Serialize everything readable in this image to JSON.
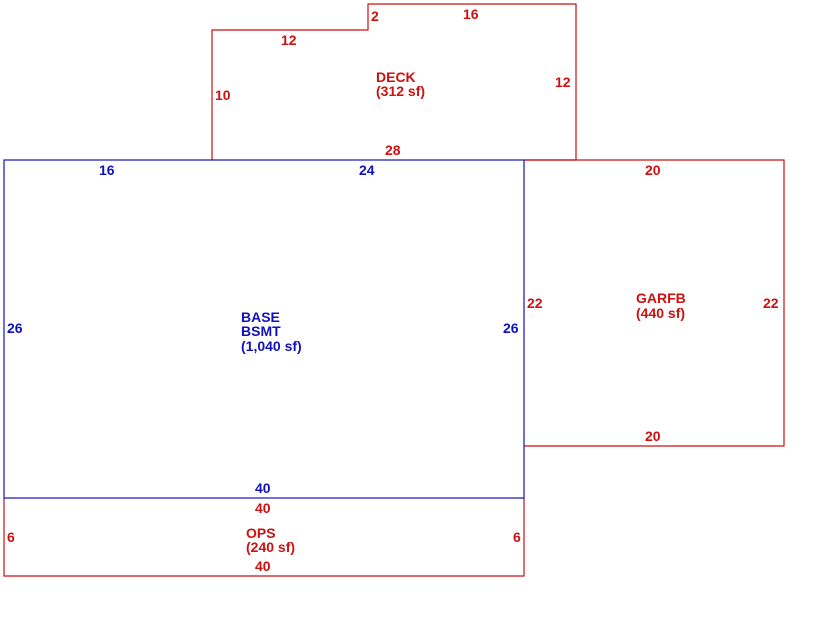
{
  "colors": {
    "red": "#cc1111",
    "blue": "#1111bb"
  },
  "areas": {
    "deck": {
      "name": "DECK",
      "area": "(312 sf)",
      "dims": {
        "left": "10",
        "top_left": "12",
        "step": "2",
        "top_right": "16",
        "right": "12",
        "bottom": "28"
      }
    },
    "base": {
      "name": "BASE",
      "subname": "BSMT",
      "area": "(1,040 sf)",
      "dims": {
        "top_left": "16",
        "top_right": "24",
        "left": "26",
        "right": "26",
        "bottom": "40"
      }
    },
    "garage": {
      "name": "GARFB",
      "area": "(440 sf)",
      "dims": {
        "top": "20",
        "left": "22",
        "right": "22",
        "bottom": "20"
      }
    },
    "ops": {
      "name": "OPS",
      "area": "(240 sf)",
      "dims": {
        "top": "40",
        "left": "6",
        "right": "6",
        "bottom": "40"
      }
    }
  }
}
